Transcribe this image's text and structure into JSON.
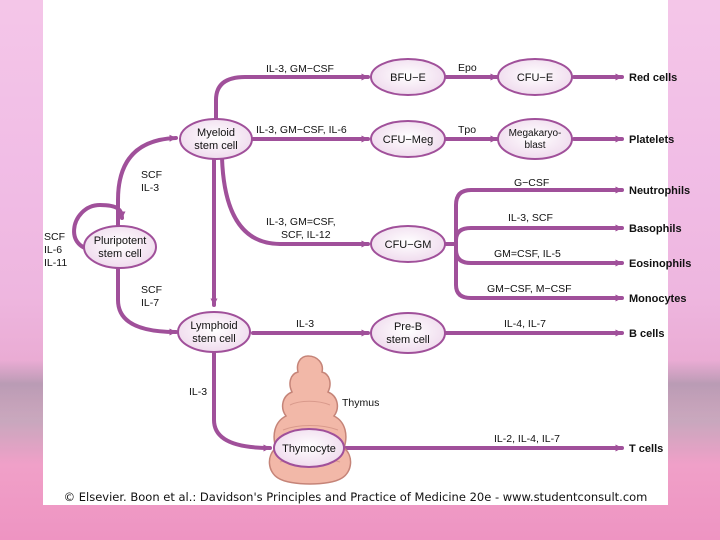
{
  "nodes": {
    "pluripotent": [
      "Pluripotent",
      "stem cell"
    ],
    "myeloid": [
      "Myeloid",
      "stem cell"
    ],
    "lymphoid": [
      "Lymphoid",
      "stem cell"
    ],
    "bfu_e": [
      "BFU−E"
    ],
    "cfu_e": [
      "CFU−E"
    ],
    "cfu_meg": [
      "CFU−Meg"
    ],
    "megakaryoblast": [
      "Megakaryo-",
      "blast"
    ],
    "cfu_gm": [
      "CFU−GM"
    ],
    "pre_b": [
      "Pre-B",
      "stem cell"
    ],
    "thymocyte": [
      "Thymocyte"
    ]
  },
  "thymus_label": "Thymus",
  "outputs": {
    "red_cells": "Red cells",
    "platelets": "Platelets",
    "neutrophils": "Neutrophils",
    "basophils": "Basophils",
    "eosinophils": "Eosinophils",
    "monocytes": "Monocytes",
    "b_cells": "B cells",
    "t_cells": "T cells"
  },
  "factors": {
    "self_renewal": [
      "SCF",
      "IL-6",
      "IL-11"
    ],
    "to_myeloid": [
      "SCF",
      "IL-3"
    ],
    "to_lymphoid": [
      "SCF",
      "IL-7"
    ],
    "to_bfu_e": "IL-3, GM−CSF",
    "bfu_to_cfu_e": "Epo",
    "to_cfu_meg": "IL-3, GM−CSF, IL-6",
    "meg_to_blast": "Tpo",
    "to_cfu_gm": [
      "IL-3, GM=CSF,",
      "SCF, IL-12"
    ],
    "neutrophils": "G−CSF",
    "basophils": "IL-3, SCF",
    "eosinophils": "GM=CSF, IL-5",
    "monocytes": "GM−CSF, M−CSF",
    "to_pre_b": "IL-3",
    "b_cells": "IL-4, IL-7",
    "to_thymocyte": "IL-3",
    "t_cells": "IL-2, IL-4, IL-7"
  },
  "caption": "© Elsevier. Boon et al.: Davidson's Principles and Practice of Medicine 20e - www.studentconsult.com",
  "colors": {
    "arrow": "#a0509a",
    "node_fill": "#f3e4f1",
    "node_stroke": "#a0509a",
    "thymus_fill": "#f2b8a8",
    "thymus_stroke": "#c58478"
  }
}
